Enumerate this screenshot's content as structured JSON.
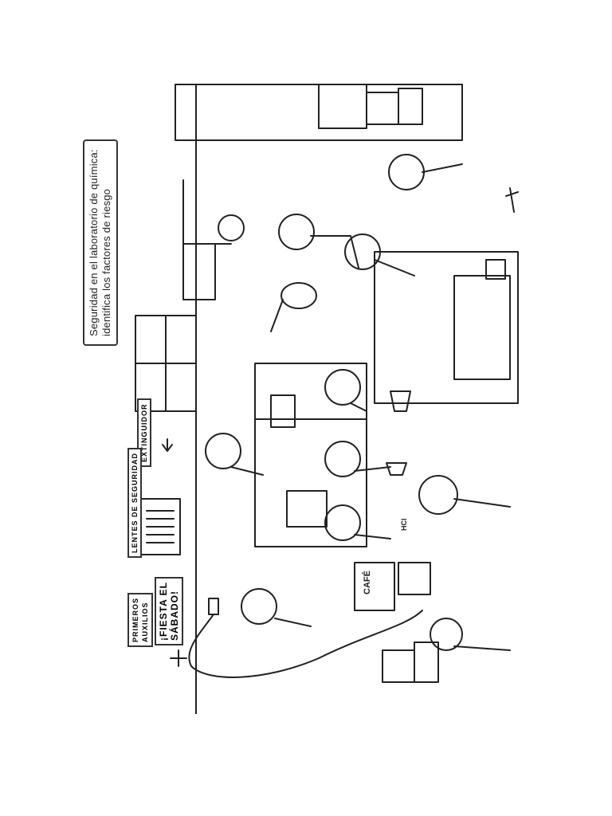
{
  "title": {
    "line1": "Seguridad en el laboratorio de química:",
    "line2": "identifica los factores de riesgo"
  },
  "signs": {
    "extinguisher": "EXTINGUIDOR",
    "safety_goggles": "LENTES DE SEGURIDAD",
    "first_aid_line1": "PRIMEROS",
    "first_aid_line2": "AUXILIOS",
    "party_line1": "¡FIESTA EL",
    "party_line2": "SÁBADO!"
  },
  "labels": {
    "coffee": "CAFÉ",
    "acid": "HCl"
  },
  "colors": {
    "ink": "#222222",
    "paper": "#ffffff"
  }
}
